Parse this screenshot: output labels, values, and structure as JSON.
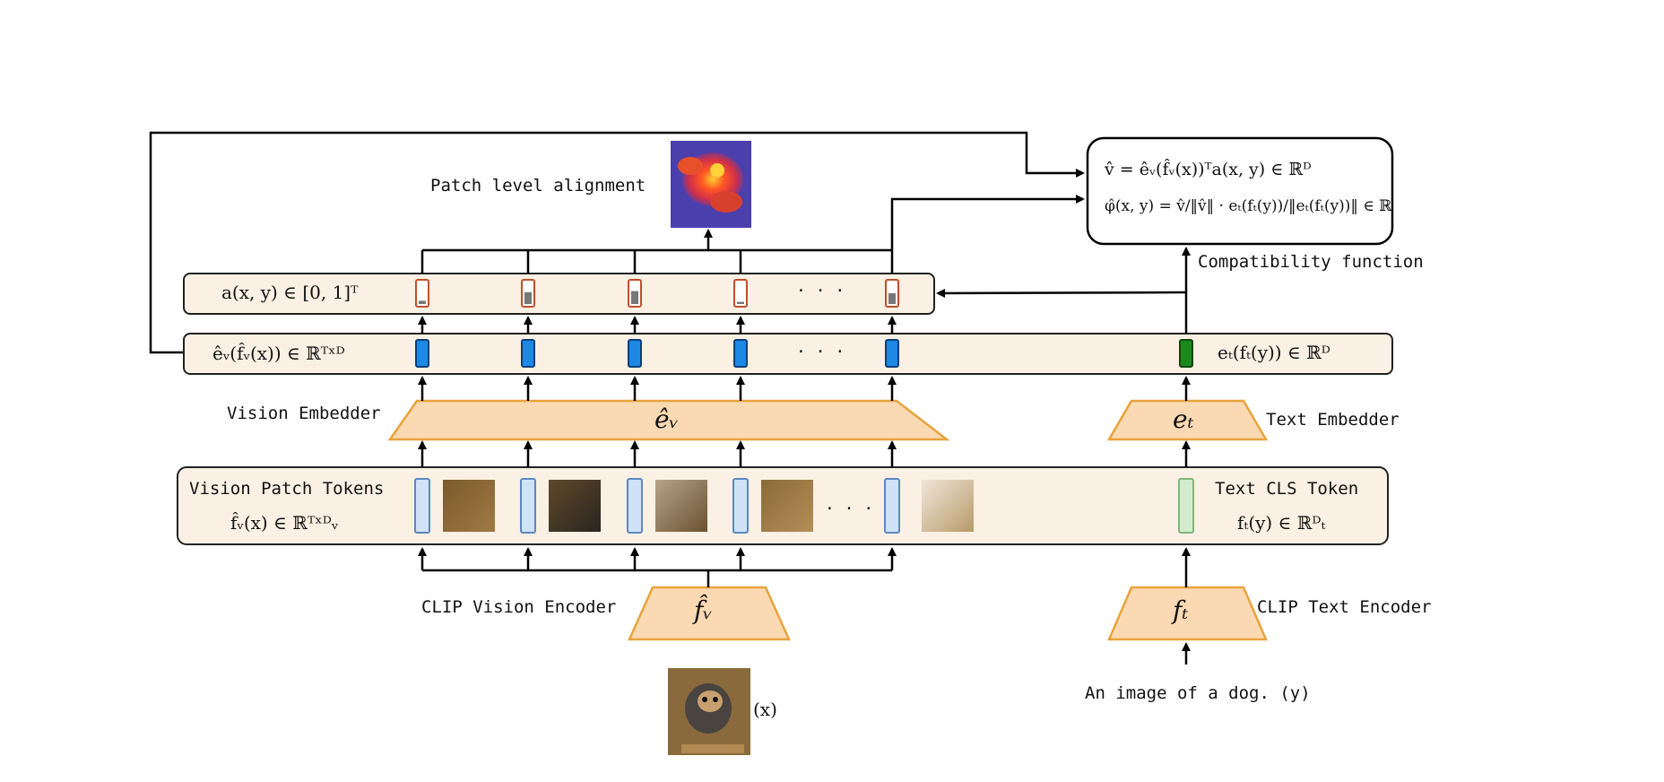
{
  "labels": {
    "patch_level_alignment": "Patch level alignment",
    "compatibility_function": "Compatibility function",
    "vision_embedder": "Vision Embedder",
    "text_embedder": "Text Embedder",
    "vision_patch_tokens": "Vision Patch Tokens",
    "text_cls_token": "Text CLS Token",
    "clip_vision_encoder": "CLIP Vision Encoder",
    "clip_text_encoder": "CLIP Text Encoder",
    "caption": "An image of a dog. (y)",
    "image_var": "(x)",
    "ellipsis": "· · ·"
  },
  "math": {
    "alignment_row": "a(x, y) ∈ [0, 1]ᵀ",
    "vision_embed_row": "êᵥ(f̂ᵥ(x)) ∈ ℝᵀˣᴰ",
    "text_embed_row": "eₜ(fₜ(y)) ∈ ℝᴰ",
    "vision_tokens_row": "f̂ᵥ(x) ∈ ℝᵀˣᴰᵥ",
    "text_token_row": "fₜ(y) ∈ ℝᴰₜ",
    "vision_embedder_symbol": "êᵥ",
    "text_embedder_symbol": "eₜ",
    "vision_encoder_symbol": "f̂ᵥ",
    "text_encoder_symbol": "fₜ",
    "formula_line1": "v̂ = êᵥ(f̂ᵥ(x))ᵀa(x, y) ∈ ℝᴰ",
    "formula_line2": "φ̂(x, y) = v̂/‖v̂‖ · eₜ(fₜ(y))/‖eₜ(fₜ(y))‖ ∈ ℝ"
  },
  "colors": {
    "row_fill": "#faf0e3",
    "trapezoid_fill": "#fbd9b2",
    "trapezoid_stroke": "#e8a33c",
    "vision_embed_token": "#1e88e5",
    "text_embed_token": "#1a8a1a",
    "vision_patch_token": "#cfe2f8",
    "text_cls_token": "#d3ecd0",
    "alignment_token_stroke": "#c0502a",
    "heatmap_background": "#4b3fae"
  },
  "alignment_levels": [
    0.15,
    0.55,
    0.6,
    0.1,
    0.5
  ],
  "patch_images": [
    "patch-1",
    "patch-2",
    "patch-3",
    "patch-4",
    "patch-5"
  ]
}
